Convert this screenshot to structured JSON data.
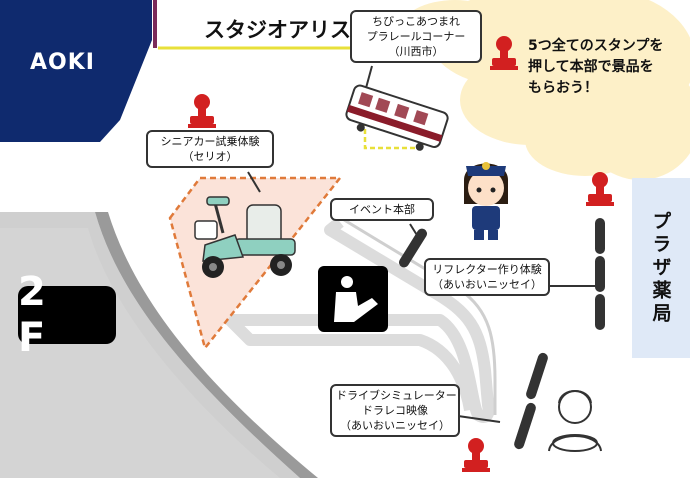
{
  "floor": {
    "label": "2 F"
  },
  "stores": {
    "aoki": "AOKI",
    "studio_alice": "スタジオアリス",
    "plaza_pharmacy": "プラザ薬局"
  },
  "stamp_note": {
    "lines": [
      "5つ全てのスタンプを",
      "押して本部で景品を",
      "もらおう！"
    ]
  },
  "callouts": {
    "chibikko": [
      "ちびっこあつまれ",
      "プラレールコーナー",
      "（川西市）"
    ],
    "senior_car": [
      "シニアカー試乗体験",
      "（セリオ）"
    ],
    "event_hq": [
      "イベント本部"
    ],
    "reflector": [
      "リフレクター作り体験",
      "（あいおいニッセイ）"
    ],
    "drive_sim": [
      "ドライブシミュレーター",
      "ドラレコ映像",
      "（あいおいニッセイ）"
    ]
  },
  "icons": {
    "stamp": "stamp-icon",
    "escalator": "escalator-icon",
    "train": "train-icon",
    "senior_car": "senior-car-icon",
    "mascot": "police-mascot-icon",
    "driver": "driver-icon"
  },
  "colors": {
    "aoki_navy": "#0f2a6e",
    "stamp_red": "#d22020",
    "cloud_yellow": "#fdf0c8",
    "plaza_blue": "#dfe9f7",
    "senior_zone_fill": "#fbe3d9",
    "senior_zone_border": "#e07a3a"
  }
}
